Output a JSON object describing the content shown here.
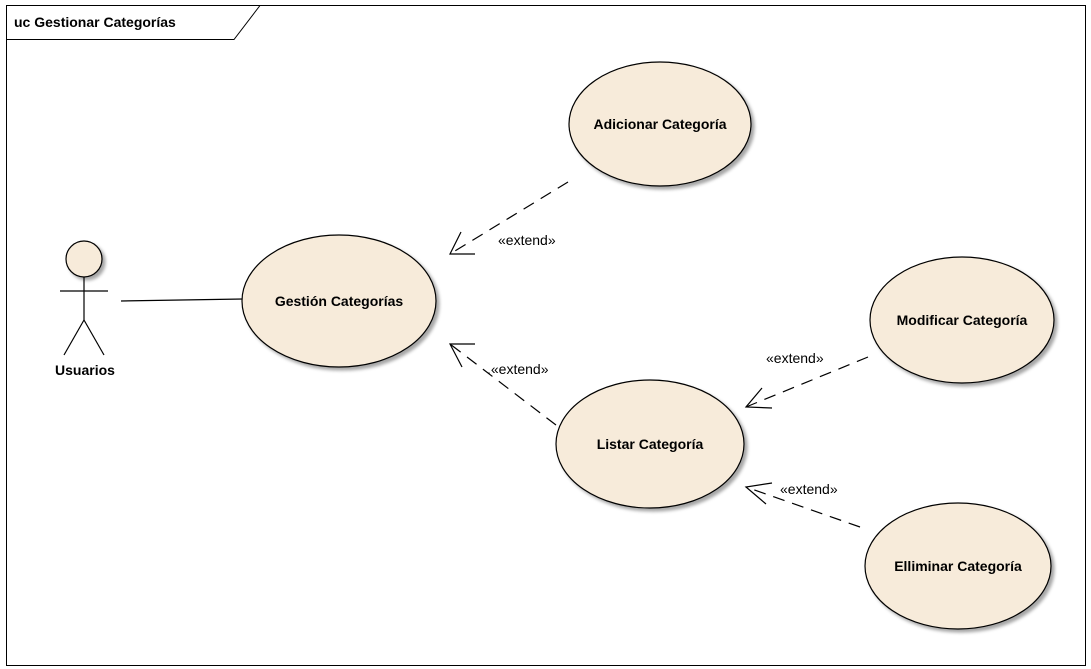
{
  "frame": {
    "title": "uc Gestionar Categorías"
  },
  "actor": {
    "name": "Usuarios"
  },
  "use_cases": {
    "gestion": "Gestión Categorías",
    "adicionar": "Adicionar Categoría",
    "listar": "Listar Categoría",
    "modificar": "Modificar Categoría",
    "eliminar": "Elliminar Categoría"
  },
  "relations": {
    "adicionar_extend": "«extend»",
    "listar_extend": ".«extend»",
    "modificar_extend": "«extend»",
    "eliminar_extend": "«extend»"
  },
  "colors": {
    "use_case_fill": "#f7ebda",
    "stroke": "#000000",
    "frame": "#000000"
  }
}
